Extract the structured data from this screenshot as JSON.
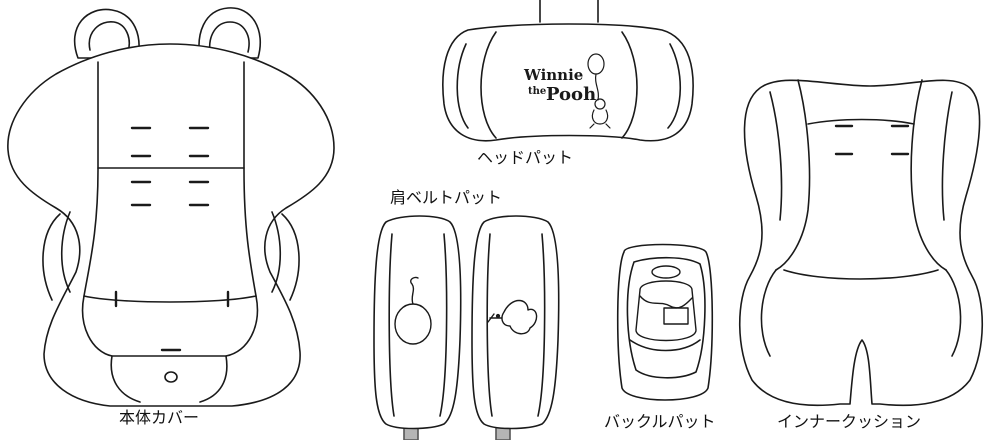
{
  "parts": {
    "body_cover": "本体カバー",
    "head_pad": "ヘッドパット",
    "shoulder_belt_pad": "肩ベルトパット",
    "buckle_pad": "バックルパット",
    "inner_cushion": "インナークッション"
  },
  "head_pad_logo": {
    "line1": "Winnie",
    "line2": "the",
    "line3": "Pooh"
  },
  "colors": {
    "line": "#1a1a1a",
    "fill": "#ffffff",
    "belt": "#b5b5b5"
  }
}
